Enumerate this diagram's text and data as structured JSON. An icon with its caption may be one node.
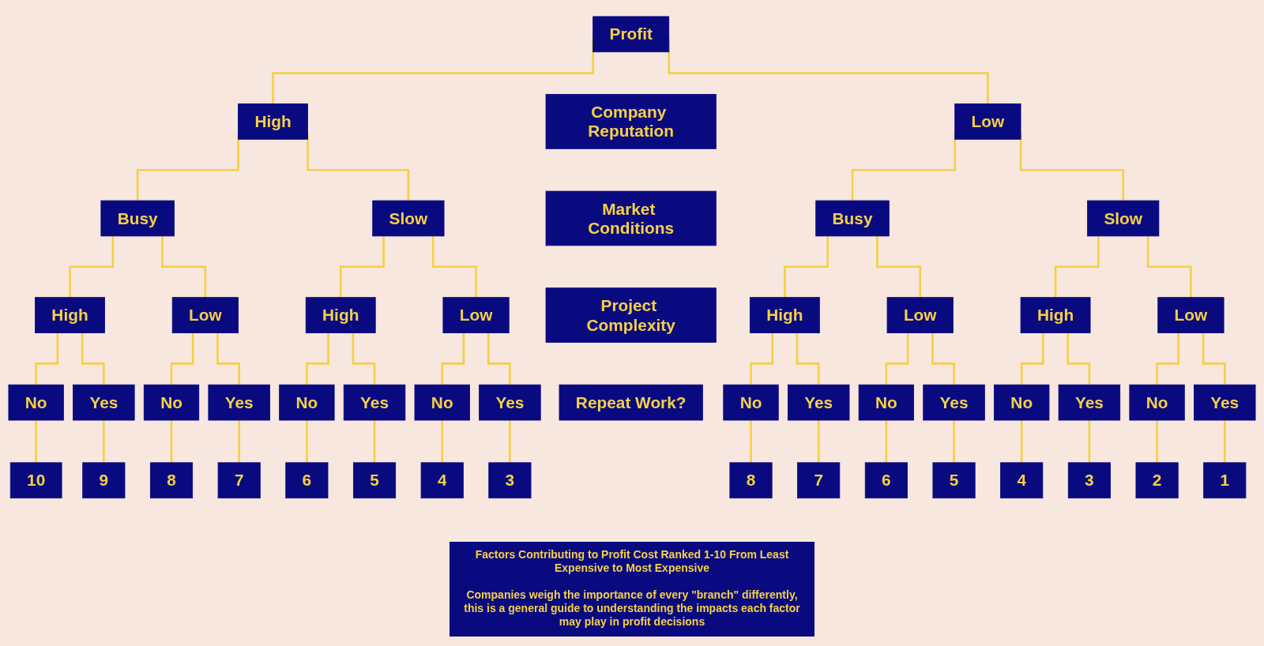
{
  "diagram": {
    "nodes": [
      {
        "text": [
          "Profit"
        ]
      },
      {
        "text": [
          "High"
        ]
      },
      {
        "text": [
          "Company Reputation"
        ]
      },
      {
        "text": [
          "Low"
        ]
      },
      {
        "text": [
          "Busy"
        ]
      },
      {
        "text": [
          "Slow"
        ]
      },
      {
        "text": [
          "Market Conditions"
        ]
      },
      {
        "text": [
          "Busy"
        ]
      },
      {
        "text": [
          "Slow"
        ]
      },
      {
        "text": [
          "High"
        ]
      },
      {
        "text": [
          "Low"
        ]
      },
      {
        "text": [
          "High"
        ]
      },
      {
        "text": [
          "Low"
        ]
      },
      {
        "text": [
          "Project Complexity"
        ]
      },
      {
        "text": [
          "High"
        ]
      },
      {
        "text": [
          "Low"
        ]
      },
      {
        "text": [
          "High"
        ]
      },
      {
        "text": [
          "Low"
        ]
      },
      {
        "text": [
          "No"
        ]
      },
      {
        "text": [
          "Yes"
        ]
      },
      {
        "text": [
          "No"
        ]
      },
      {
        "text": [
          "Yes"
        ]
      },
      {
        "text": [
          "No"
        ]
      },
      {
        "text": [
          "Yes"
        ]
      },
      {
        "text": [
          "No"
        ]
      },
      {
        "text": [
          "Yes"
        ]
      },
      {
        "text": [
          "Repeat Work?"
        ]
      },
      {
        "text": [
          "No"
        ]
      },
      {
        "text": [
          "Yes"
        ]
      },
      {
        "text": [
          "No"
        ]
      },
      {
        "text": [
          "Yes"
        ]
      },
      {
        "text": [
          "No"
        ]
      },
      {
        "text": [
          "Yes"
        ]
      },
      {
        "text": [
          "No"
        ]
      },
      {
        "text": [
          "Yes"
        ]
      },
      {
        "text": [
          "10"
        ]
      },
      {
        "text": [
          "9"
        ]
      },
      {
        "text": [
          "8"
        ]
      },
      {
        "text": [
          "7"
        ]
      },
      {
        "text": [
          "6"
        ]
      },
      {
        "text": [
          "5"
        ]
      },
      {
        "text": [
          "4"
        ]
      },
      {
        "text": [
          "3"
        ]
      },
      {
        "text": [
          "8"
        ]
      },
      {
        "text": [
          "7"
        ]
      },
      {
        "text": [
          "6"
        ]
      },
      {
        "text": [
          "5"
        ]
      },
      {
        "text": [
          "4"
        ]
      },
      {
        "text": [
          "3"
        ]
      },
      {
        "text": [
          "2"
        ]
      },
      {
        "text": [
          "1"
        ]
      }
    ],
    "edges": [
      {
        "from": 0,
        "to": 1,
        "arrow": "none"
      },
      {
        "from": 0,
        "to": 3,
        "arrow": "none"
      },
      {
        "from": 1,
        "to": 4,
        "arrow": "none"
      },
      {
        "from": 1,
        "to": 5,
        "arrow": "none"
      },
      {
        "from": 3,
        "to": 7,
        "arrow": "none"
      },
      {
        "from": 3,
        "to": 8,
        "arrow": "none"
      },
      {
        "from": 4,
        "to": 9,
        "arrow": "none"
      },
      {
        "from": 4,
        "to": 10,
        "arrow": "none"
      },
      {
        "from": 5,
        "to": 11,
        "arrow": "none"
      },
      {
        "from": 5,
        "to": 12,
        "arrow": "none"
      },
      {
        "from": 7,
        "to": 14,
        "arrow": "none"
      },
      {
        "from": 7,
        "to": 15,
        "arrow": "none"
      },
      {
        "from": 8,
        "to": 16,
        "arrow": "none"
      },
      {
        "from": 8,
        "to": 17,
        "arrow": "none"
      },
      {
        "from": 9,
        "to": 18,
        "arrow": "none"
      },
      {
        "from": 9,
        "to": 19,
        "arrow": "none"
      },
      {
        "from": 10,
        "to": 20,
        "arrow": "none"
      },
      {
        "from": 10,
        "to": 21,
        "arrow": "none"
      },
      {
        "from": 11,
        "to": 22,
        "arrow": "none"
      },
      {
        "from": 11,
        "to": 23,
        "arrow": "none"
      },
      {
        "from": 12,
        "to": 24,
        "arrow": "none"
      },
      {
        "from": 12,
        "to": 25,
        "arrow": "none"
      },
      {
        "from": 14,
        "to": 27,
        "arrow": "none"
      },
      {
        "from": 14,
        "to": 28,
        "arrow": "none"
      },
      {
        "from": 15,
        "to": 29,
        "arrow": "none"
      },
      {
        "from": 15,
        "to": 30,
        "arrow": "none"
      },
      {
        "from": 16,
        "to": 31,
        "arrow": "none"
      },
      {
        "from": 16,
        "to": 32,
        "arrow": "none"
      },
      {
        "from": 17,
        "to": 33,
        "arrow": "none"
      },
      {
        "from": 17,
        "to": 34,
        "arrow": "none"
      },
      {
        "from": 18,
        "to": 35,
        "arrow": "none"
      },
      {
        "from": 19,
        "to": 36,
        "arrow": "none"
      },
      {
        "from": 20,
        "to": 37,
        "arrow": "none"
      },
      {
        "from": 21,
        "to": 38,
        "arrow": "none"
      },
      {
        "from": 22,
        "to": 39,
        "arrow": "none"
      },
      {
        "from": 23,
        "to": 40,
        "arrow": "none"
      },
      {
        "from": 24,
        "to": 41,
        "arrow": "none"
      },
      {
        "from": 25,
        "to": 42,
        "arrow": "none"
      },
      {
        "from": 27,
        "to": 43,
        "arrow": "none"
      },
      {
        "from": 28,
        "to": 44,
        "arrow": "none"
      },
      {
        "from": 29,
        "to": 45,
        "arrow": "none"
      },
      {
        "from": 30,
        "to": 46,
        "arrow": "none"
      },
      {
        "from": 31,
        "to": 47,
        "arrow": "none"
      },
      {
        "from": 32,
        "to": 48,
        "arrow": "none"
      },
      {
        "from": 33,
        "to": 49,
        "arrow": "none"
      },
      {
        "from": 34,
        "to": 50,
        "arrow": "none"
      }
    ],
    "caption": "Factors Contributing to Profit Cost Ranked 1-10 From Least Expensive to Most Expensive",
    "labels": [
      "Companies weigh the importance of every \"branch\" differently, this is a general guide to understanding the impacts each factor may play in profit decisions"
    ]
  }
}
